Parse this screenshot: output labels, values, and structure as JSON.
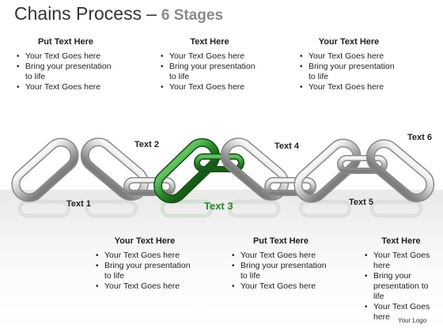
{
  "title": {
    "main": "Chains Process",
    "dash": "–",
    "stages": "6 Stages"
  },
  "top_blocks": [
    {
      "heading": "Put Text Here",
      "bullets": [
        "Your Text Goes here",
        "Bring your presentation to life",
        "Your Text Goes here"
      ]
    },
    {
      "heading": "Text Here",
      "bullets": [
        "Your Text Goes here",
        "Bring your presentation to life",
        "Your Text Goes here"
      ]
    },
    {
      "heading": "Your Text Here",
      "bullets": [
        "Your Text Goes here",
        "Bring your presentation to life",
        "Your Text Goes here"
      ]
    }
  ],
  "bottom_blocks": [
    {
      "heading": "Your Text Here",
      "bullets": [
        "Your Text Goes here",
        "Bring your presentation to life",
        "Your Text Goes here"
      ]
    },
    {
      "heading": "Put Text Here",
      "bullets": [
        "Your Text Goes here",
        "Bring your presentation to life",
        "Your Text Goes here"
      ]
    },
    {
      "heading": "Text Here",
      "bullets": [
        "Your Text Goes here",
        "Bring your presentation to life",
        "Your Text Goes here"
      ]
    }
  ],
  "stage_labels": [
    "Text 1",
    "Text 2",
    "Text 3",
    "Text 4",
    "Text 5",
    "Text 6"
  ],
  "highlight_stage": 3,
  "colors": {
    "highlight": "#2b8a2b",
    "chain": "#b9b9b9",
    "title": "#333333",
    "stages": "#8a8a8a"
  },
  "logo": "Your Logo"
}
